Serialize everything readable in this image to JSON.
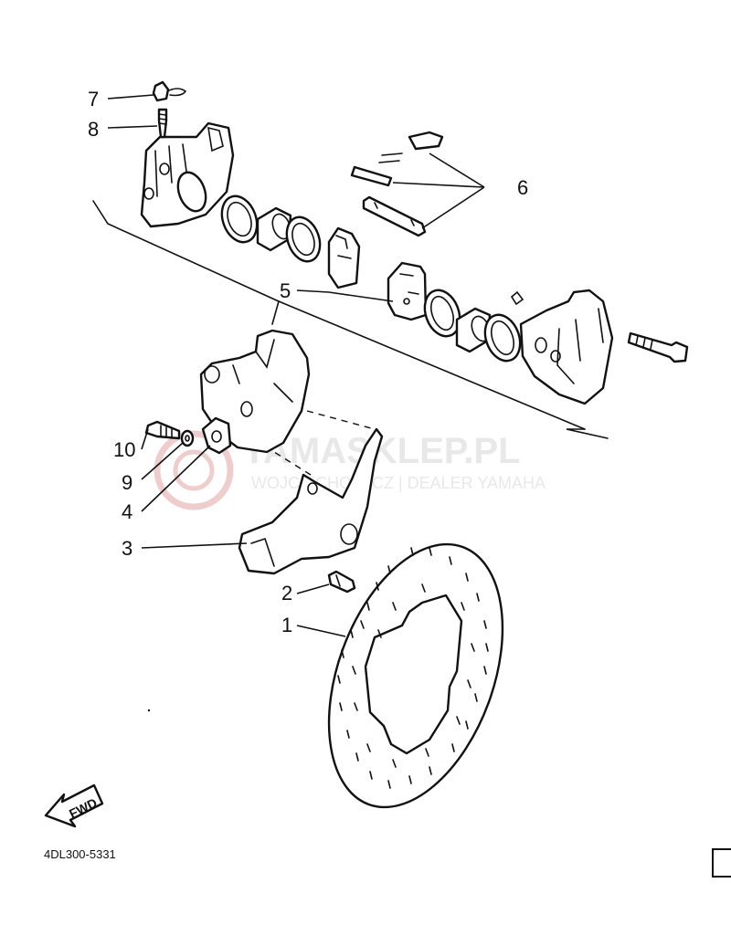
{
  "callouts": {
    "c1": "1",
    "c2": "2",
    "c3": "3",
    "c4": "4",
    "c5": "5",
    "c6": "6",
    "c7": "7",
    "c8": "8",
    "c9": "9",
    "c10": "10"
  },
  "watermark": {
    "title": "YAMASKLEP.PL",
    "subtitle": "WOJCIECHOWICZ | DEALER YAMAHA"
  },
  "footer": {
    "diagram_code": "4DL300-5331",
    "fwd_label": "FWD"
  }
}
